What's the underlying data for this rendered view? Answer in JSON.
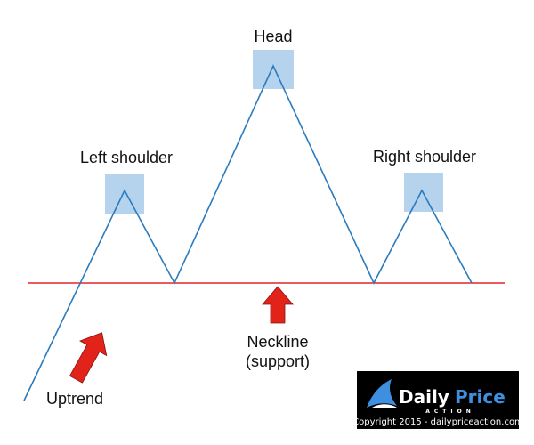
{
  "labels": {
    "head": "Head",
    "left_shoulder": "Left shoulder",
    "right_shoulder": "Right shoulder",
    "neckline": "Neckline",
    "support": "(support)",
    "uptrend": "Uptrend"
  },
  "logo": {
    "brand_daily": "Daily",
    "brand_price": "Price",
    "brand_action": "ACTION",
    "copyright": "Copyright 2015 - dailypriceaction.com"
  },
  "colors": {
    "price_line": "#2b7bbf",
    "neckline": "#e0262b",
    "highlight": "#b5d3ec",
    "arrow": "#e2231a"
  }
}
